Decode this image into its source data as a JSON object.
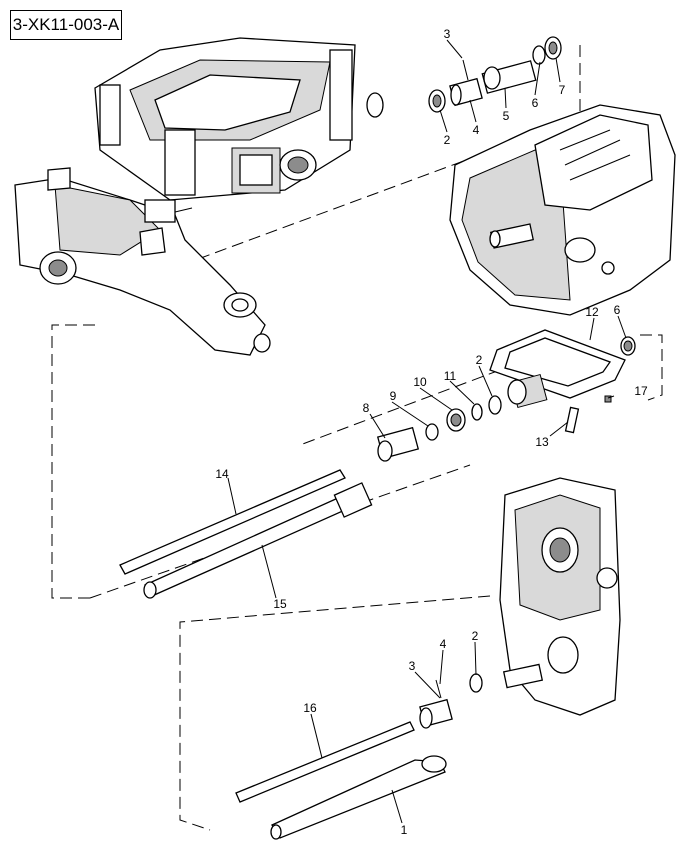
{
  "reference_code": "3-XK11-003-A",
  "callouts": [
    {
      "id": "c1",
      "label": "1"
    },
    {
      "id": "c2a",
      "label": "2"
    },
    {
      "id": "c2b",
      "label": "2"
    },
    {
      "id": "c2c",
      "label": "2"
    },
    {
      "id": "c3a",
      "label": "3"
    },
    {
      "id": "c3b",
      "label": "3"
    },
    {
      "id": "c4a",
      "label": "4"
    },
    {
      "id": "c4b",
      "label": "4"
    },
    {
      "id": "c5",
      "label": "5"
    },
    {
      "id": "c6a",
      "label": "6"
    },
    {
      "id": "c6b",
      "label": "6"
    },
    {
      "id": "c7",
      "label": "7"
    },
    {
      "id": "c8",
      "label": "8"
    },
    {
      "id": "c9",
      "label": "9"
    },
    {
      "id": "c10",
      "label": "10"
    },
    {
      "id": "c11",
      "label": "11"
    },
    {
      "id": "c12",
      "label": "12"
    },
    {
      "id": "c13",
      "label": "13"
    },
    {
      "id": "c14",
      "label": "14"
    },
    {
      "id": "c15",
      "label": "15"
    },
    {
      "id": "c16",
      "label": "16"
    },
    {
      "id": "c17",
      "label": "17"
    }
  ]
}
